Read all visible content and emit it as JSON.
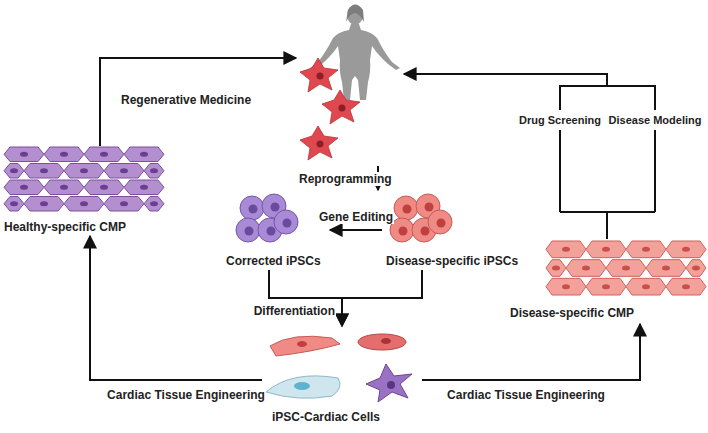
{
  "diagram": {
    "nodes": [
      {
        "text": [
          "Healthy-specific CMP"
        ]
      },
      {
        "text": [
          "Corrected iPSCs"
        ]
      },
      {
        "text": [
          "Disease-specific iPSCs"
        ]
      },
      {
        "text": [
          "Disease-specific CMP"
        ]
      },
      {
        "text": [
          "iPSC-Cardiac Cells"
        ]
      }
    ],
    "edges": [
      {
        "from": 2,
        "to": 1,
        "label": "Gene Editing",
        "arrow": "to"
      },
      {
        "from": 1,
        "to": 4,
        "label": "Differentiation",
        "arrow": "to"
      },
      {
        "from": 2,
        "to": 4,
        "arrow": "to"
      },
      {
        "from": 4,
        "to": 0,
        "label": "Cardiac Tissue Engineering",
        "arrow": "to"
      },
      {
        "from": 4,
        "to": 3,
        "label": "Cardiac Tissue Engineering",
        "arrow": "to"
      }
    ],
    "labels": [
      "Regenerative Medicine",
      "Reprogramming",
      "Drug Screening",
      "Disease Modeling"
    ]
  }
}
